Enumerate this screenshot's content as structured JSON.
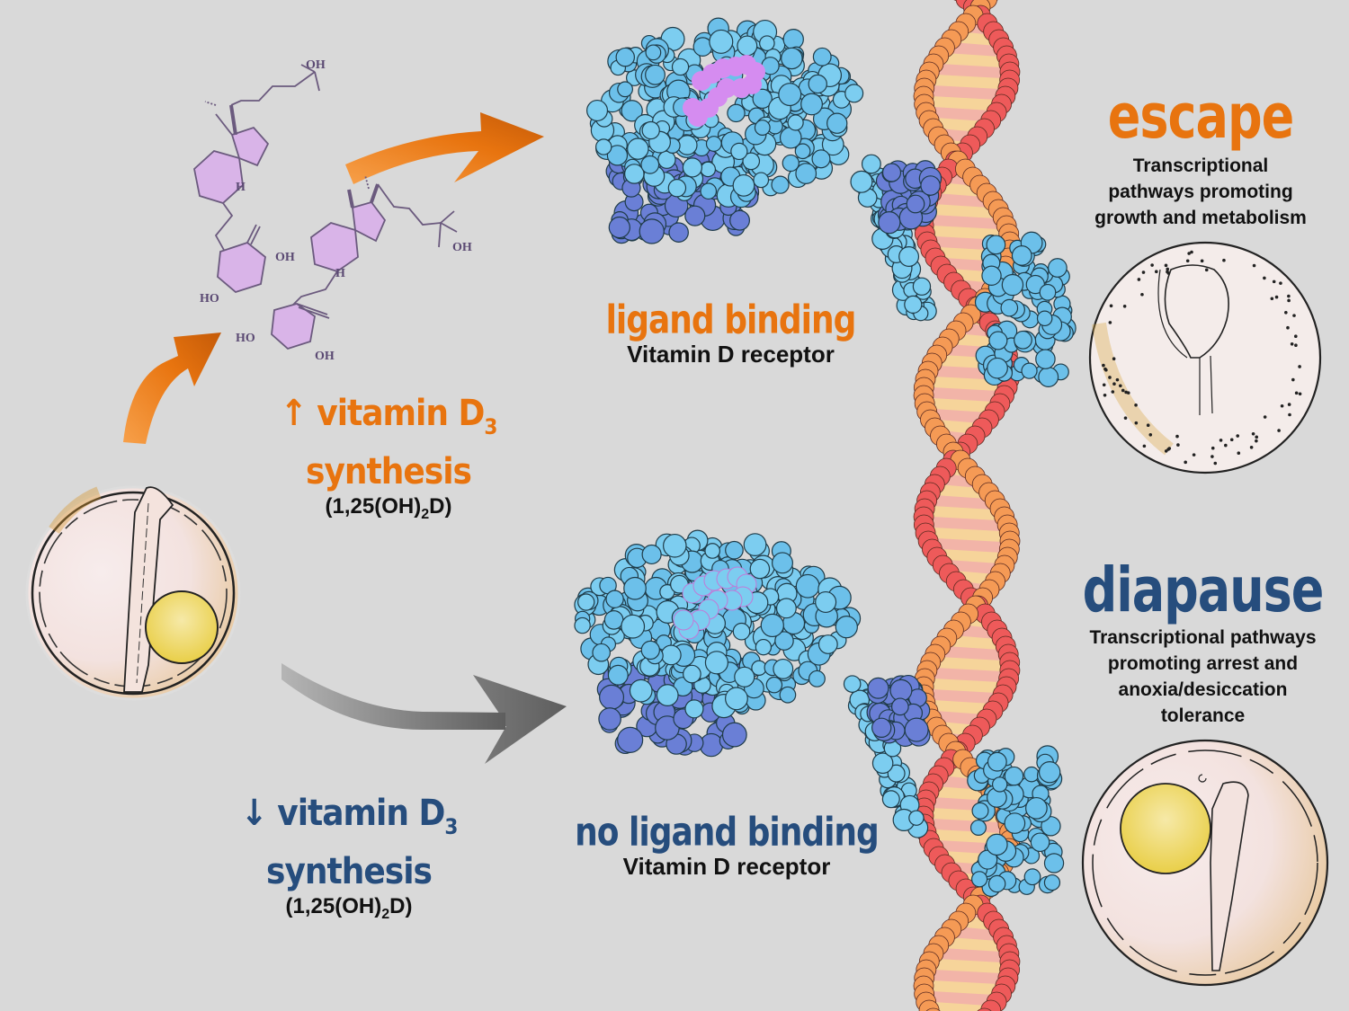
{
  "background_color": "#d9d9d9",
  "colors": {
    "orange": "#e8740f",
    "navy": "#264d7d",
    "protein_light": "#7ccdf0",
    "protein_dark": "#6a7fd6",
    "ligand": "#d58cf0",
    "dna_red": "#ee5a5a",
    "dna_orange": "#f59a55",
    "dna_tan": "#f6d49a",
    "gray_arrow": "#7a7a7a"
  },
  "top_pathway": {
    "synthesis_arrow_symbol": "↑",
    "synthesis_label_line1": "vitamin D",
    "synthesis_label_sub": "3",
    "synthesis_label_line2": "synthesis",
    "formula_prefix": "(1,25(OH)",
    "formula_sub": "2",
    "formula_suffix": "D)",
    "binding_title": "ligand binding",
    "binding_subtitle": "Vitamin D receptor",
    "outcome_title": "escape",
    "outcome_desc_lines": [
      "Transcriptional",
      "pathways promoting",
      "growth and metabolism"
    ]
  },
  "bottom_pathway": {
    "synthesis_arrow_symbol": "↓",
    "synthesis_label_line1": "vitamin D",
    "synthesis_label_sub": "3",
    "synthesis_label_line2": "synthesis",
    "formula_prefix": "(1,25(OH)",
    "formula_sub": "2",
    "formula_suffix": "D)",
    "binding_title": "no ligand binding",
    "binding_subtitle": "Vitamin D receptor",
    "outcome_title": "diapause",
    "outcome_desc_lines": [
      "Transcriptional pathways",
      "promoting arrest and",
      "anoxia/desiccation",
      "tolerance"
    ]
  },
  "molecule_labels": {
    "oh": "OH",
    "ho": "HO",
    "h": "H"
  }
}
